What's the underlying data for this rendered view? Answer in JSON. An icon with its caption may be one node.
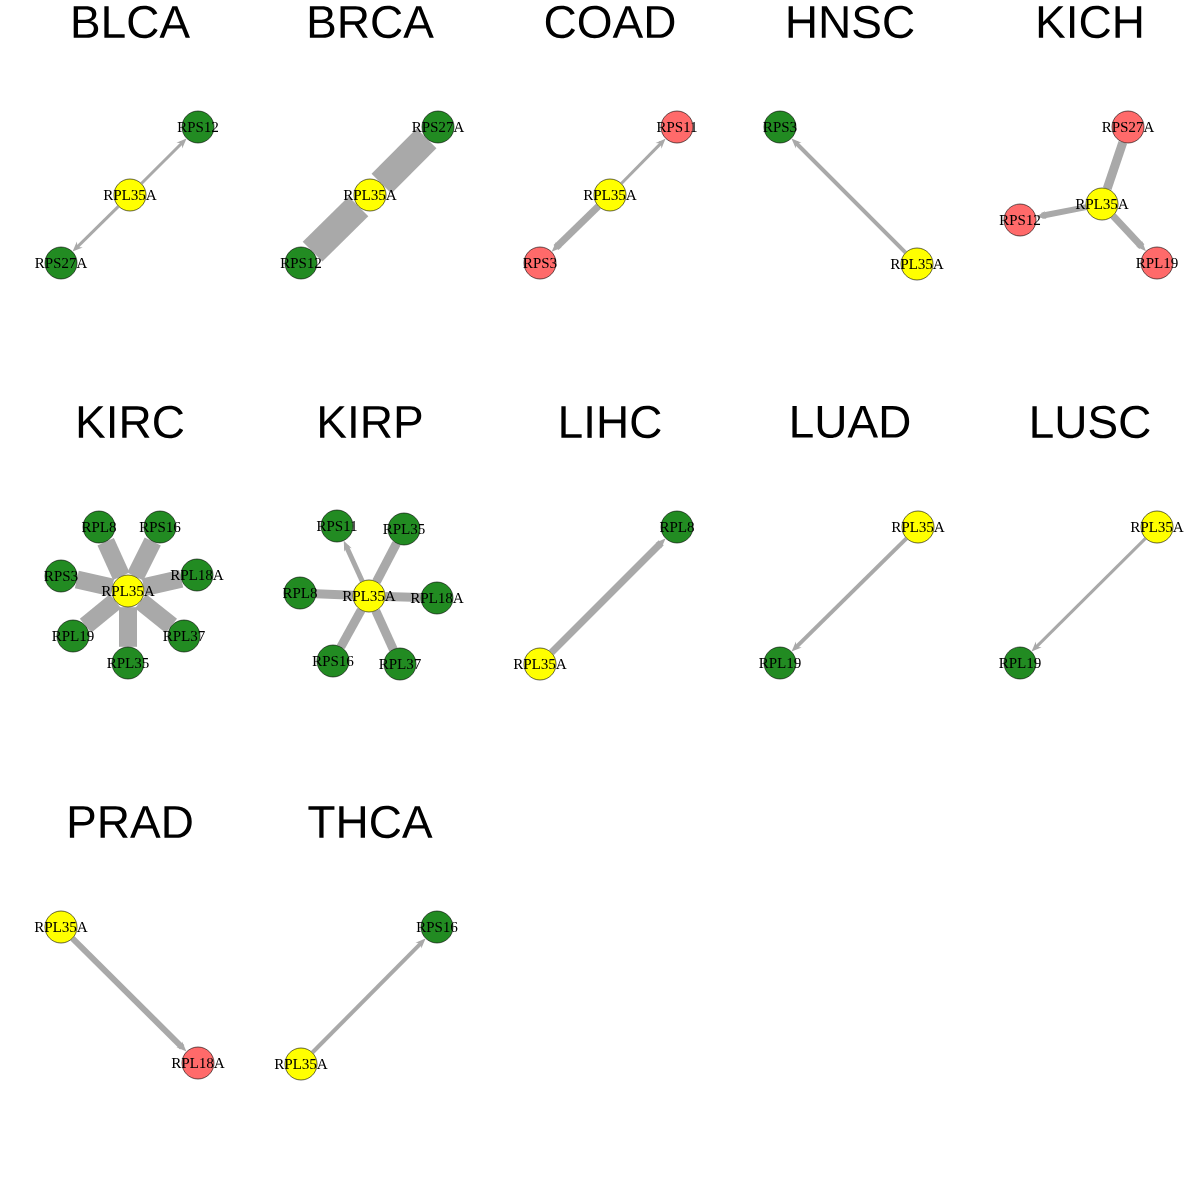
{
  "diagram": {
    "nodes": [
      {
        "text": [
          "RPS12"
        ]
      },
      {
        "text": [
          "RPL35A"
        ]
      },
      {
        "text": [
          "RPS27A"
        ]
      },
      {
        "text": [
          "RPS27A"
        ]
      },
      {
        "text": [
          "RPL35A"
        ]
      },
      {
        "text": [
          "RPS12"
        ]
      },
      {
        "text": [
          "RPS11"
        ]
      },
      {
        "text": [
          "RPL35A"
        ]
      },
      {
        "text": [
          "RPS3"
        ]
      },
      {
        "text": [
          "RPS3"
        ]
      },
      {
        "text": [
          "RPL35A"
        ]
      },
      {
        "text": [
          "RPS27A"
        ]
      },
      {
        "text": [
          "RPL35A"
        ]
      },
      {
        "text": [
          "RPS12"
        ]
      },
      {
        "text": [
          "RPL19"
        ]
      },
      {
        "text": [
          "RPL8"
        ]
      },
      {
        "text": [
          "RPS16"
        ]
      },
      {
        "text": [
          "RPS3"
        ]
      },
      {
        "text": [
          "RPL18A"
        ]
      },
      {
        "text": [
          "RPL35A"
        ]
      },
      {
        "text": [
          "RPL19"
        ]
      },
      {
        "text": [
          "RPL37"
        ]
      },
      {
        "text": [
          "RPL35"
        ]
      },
      {
        "text": [
          "RPS11"
        ]
      },
      {
        "text": [
          "RPL35"
        ]
      },
      {
        "text": [
          "RPL8"
        ]
      },
      {
        "text": [
          "RPL35A"
        ]
      },
      {
        "text": [
          "RPL18A"
        ]
      },
      {
        "text": [
          "RPS16"
        ]
      },
      {
        "text": [
          "RPL37"
        ]
      },
      {
        "text": [
          "RPL8"
        ]
      },
      {
        "text": [
          "RPL35A"
        ]
      },
      {
        "text": [
          "RPL35A"
        ]
      },
      {
        "text": [
          "RPL19"
        ]
      },
      {
        "text": [
          "RPL35A"
        ]
      },
      {
        "text": [
          "RPL19"
        ]
      },
      {
        "text": [
          "RPL35A"
        ]
      },
      {
        "text": [
          "RPL18A"
        ]
      },
      {
        "text": [
          "RPS16"
        ]
      },
      {
        "text": [
          "RPL35A"
        ]
      }
    ],
    "edges": [
      {
        "from": 1,
        "to": 0,
        "arrow": "to"
      },
      {
        "from": 1,
        "to": 2,
        "arrow": "to"
      },
      {
        "from": 4,
        "to": 3,
        "arrow": "none",
        "style": "thick"
      },
      {
        "from": 4,
        "to": 5,
        "arrow": "none",
        "style": "thick"
      },
      {
        "from": 7,
        "to": 6,
        "arrow": "to"
      },
      {
        "from": 7,
        "to": 8,
        "arrow": "to"
      },
      {
        "from": 10,
        "to": 9,
        "arrow": "to"
      },
      {
        "from": 12,
        "to": 11,
        "arrow": "none"
      },
      {
        "from": 12,
        "to": 13,
        "arrow": "to"
      },
      {
        "from": 12,
        "to": 14,
        "arrow": "to"
      },
      {
        "from": 19,
        "to": 15,
        "arrow": "none",
        "style": "thick"
      },
      {
        "from": 19,
        "to": 16,
        "arrow": "none",
        "style": "thick"
      },
      {
        "from": 19,
        "to": 17,
        "arrow": "none",
        "style": "thick"
      },
      {
        "from": 19,
        "to": 18,
        "arrow": "none",
        "style": "thick"
      },
      {
        "from": 19,
        "to": 20,
        "arrow": "none",
        "style": "thick"
      },
      {
        "from": 19,
        "to": 21,
        "arrow": "none",
        "style": "thick"
      },
      {
        "from": 19,
        "to": 22,
        "arrow": "none",
        "style": "thick"
      },
      {
        "from": 26,
        "to": 23,
        "arrow": "to"
      },
      {
        "from": 26,
        "to": 24,
        "arrow": "none"
      },
      {
        "from": 26,
        "to": 25,
        "arrow": "none"
      },
      {
        "from": 26,
        "to": 27,
        "arrow": "none"
      },
      {
        "from": 26,
        "to": 28,
        "arrow": "none"
      },
      {
        "from": 26,
        "to": 29,
        "arrow": "none"
      },
      {
        "from": 31,
        "to": 30,
        "arrow": "to"
      },
      {
        "from": 32,
        "to": 33,
        "arrow": "to"
      },
      {
        "from": 34,
        "to": 35,
        "arrow": "to"
      },
      {
        "from": 36,
        "to": 37,
        "arrow": "to"
      },
      {
        "from": 39,
        "to": 38,
        "arrow": "to"
      }
    ],
    "labels": [
      "BLCA",
      "BRCA",
      "COAD",
      "HNSC",
      "KICH",
      "KIRC",
      "KIRP",
      "LIHC",
      "LUAD",
      "LUSC",
      "PRAD",
      "THCA"
    ]
  }
}
